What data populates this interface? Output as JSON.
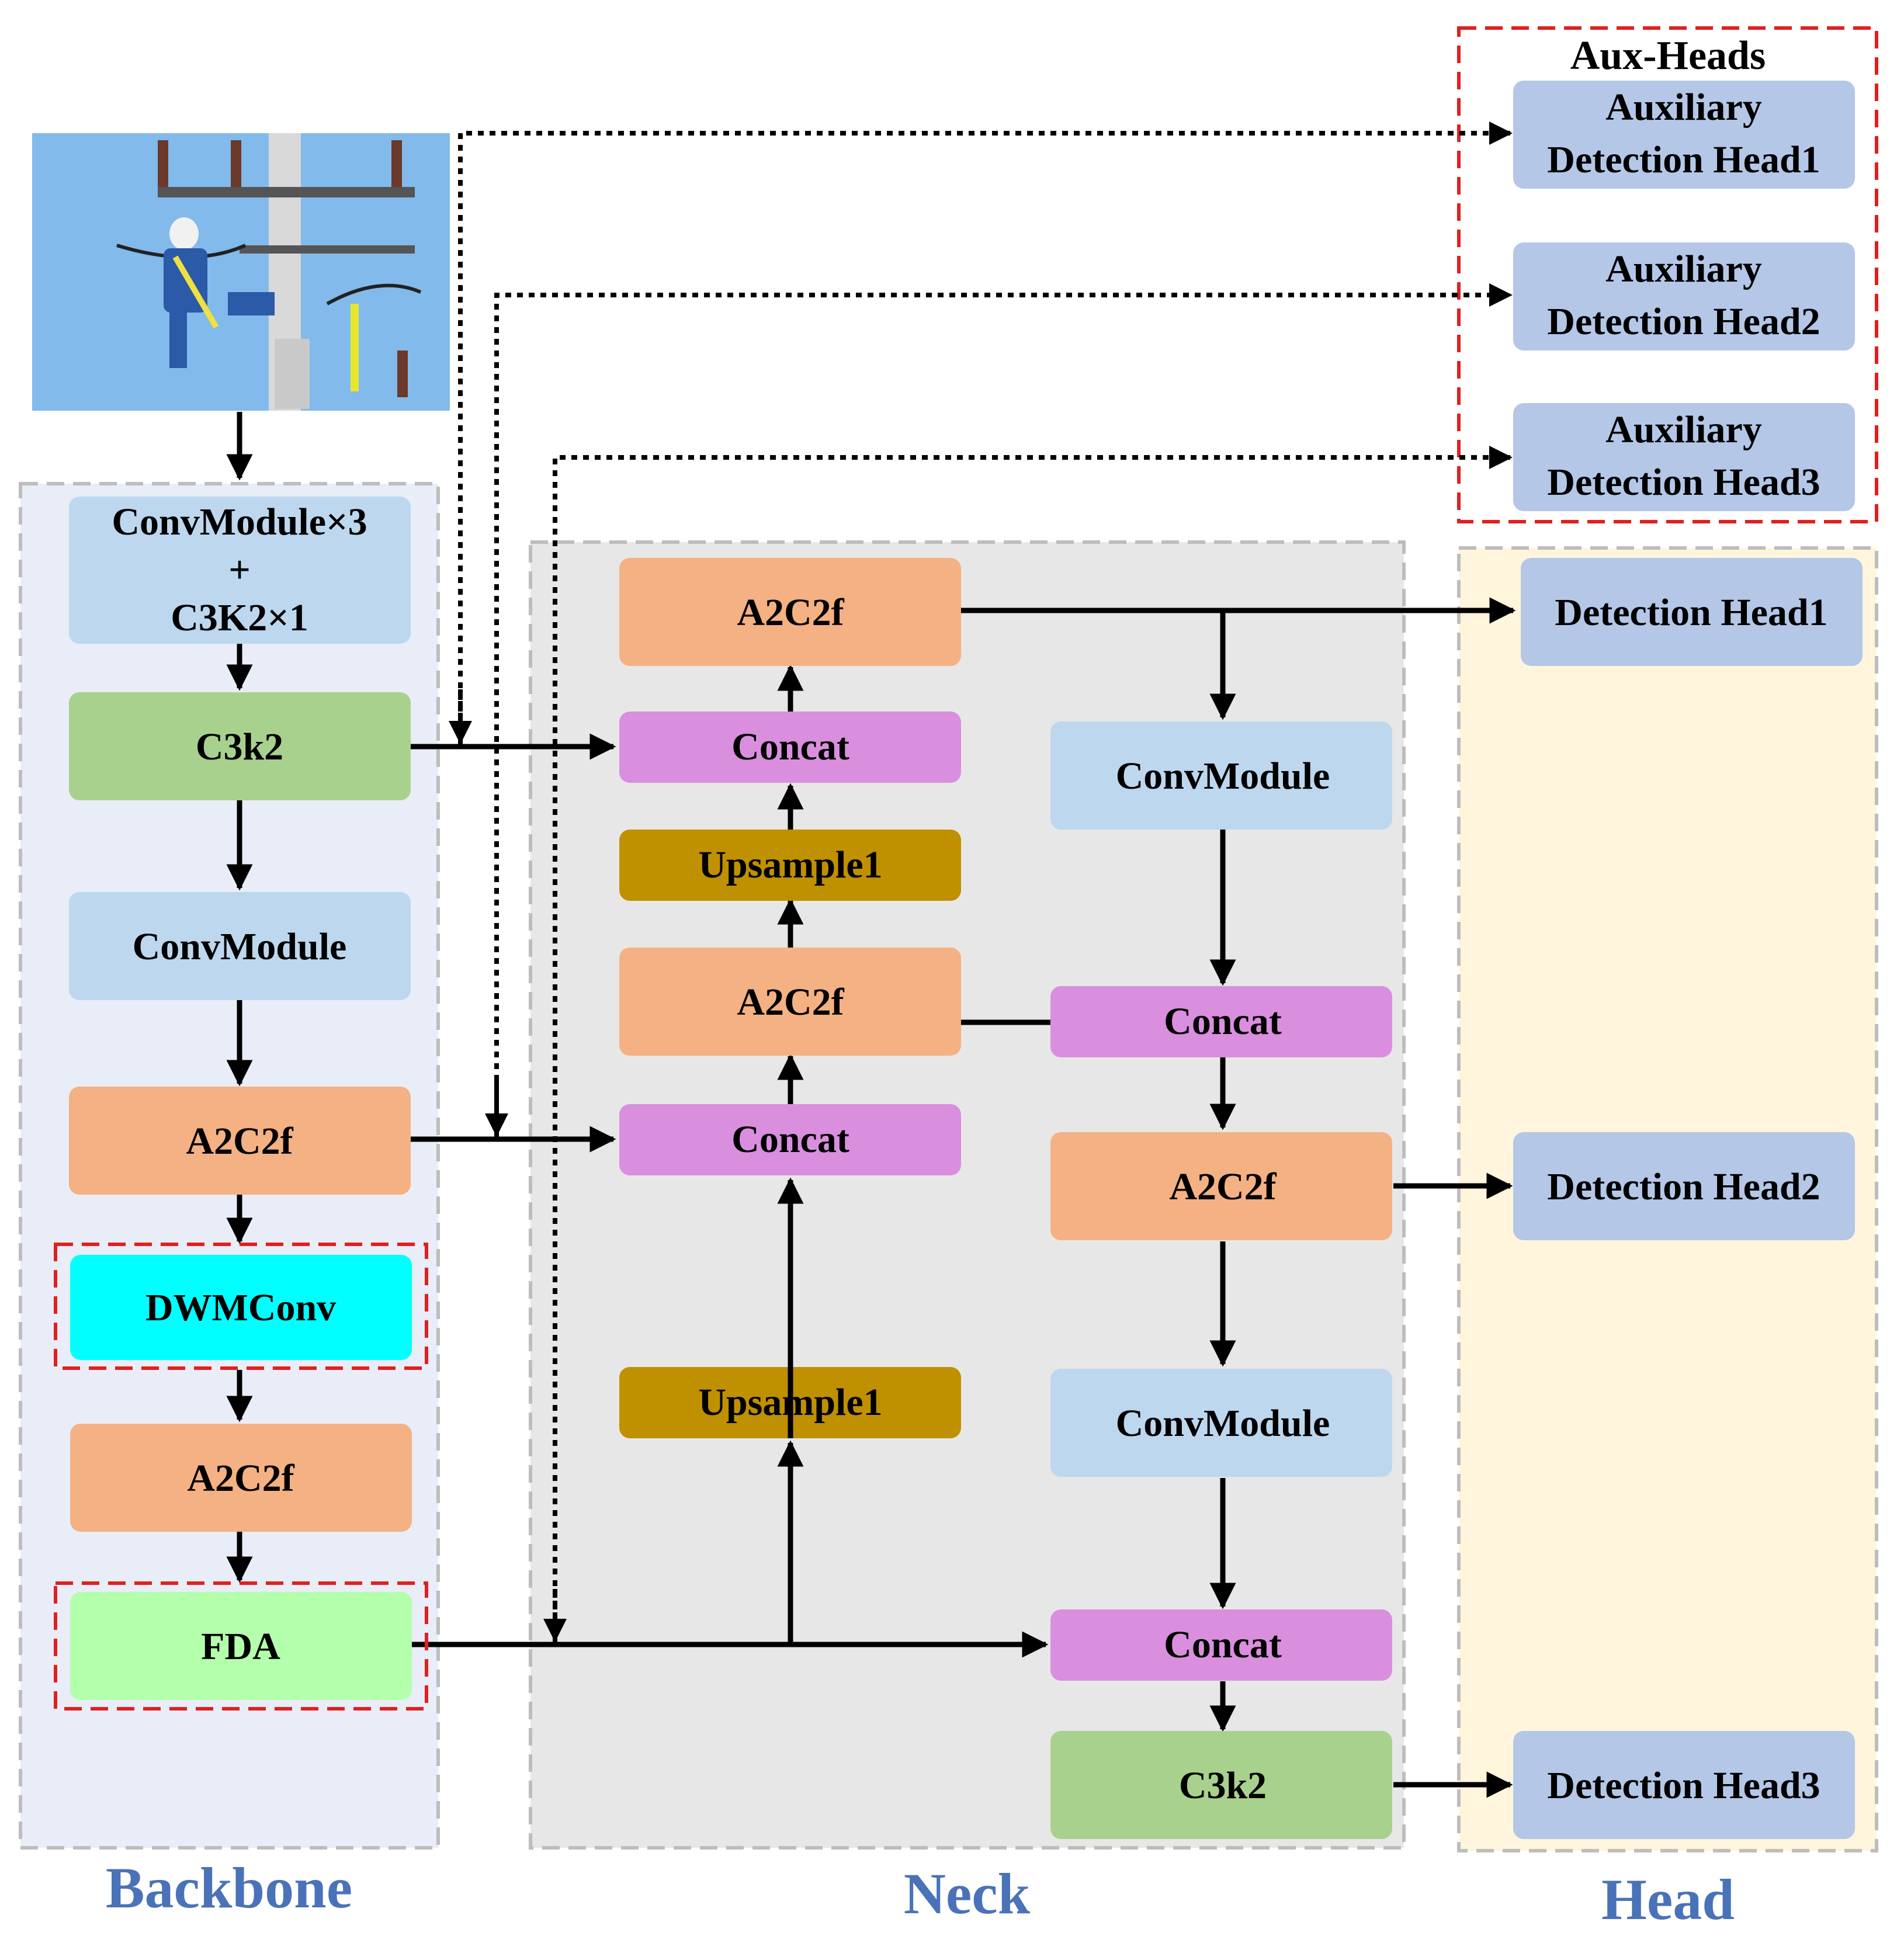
{
  "sections": {
    "backbone": "Backbone",
    "neck": "Neck",
    "head": "Head",
    "aux_heads": "Aux-Heads"
  },
  "backbone": {
    "stem_line1": "ConvModule×3",
    "stem_line2": "+",
    "stem_line3": "C3K2×1",
    "c3k2": "C3k2",
    "convmodule": "ConvModule",
    "a2c2f_1": "A2C2f",
    "dwmconv": "DWMConv",
    "a2c2f_2": "A2C2f",
    "fda": "FDA"
  },
  "neck": {
    "a2c2f_top": "A2C2f",
    "concat_top": "Concat",
    "upsample_top": "Upsample1",
    "a2c2f_mid": "A2C2f",
    "concat_mid": "Concat",
    "upsample_bottom": "Upsample1",
    "convmodule_1": "ConvModule",
    "concat_r1": "Concat",
    "a2c2f_r": "A2C2f",
    "convmodule_2": "ConvModule",
    "concat_r2": "Concat",
    "c3k2_r": "C3k2"
  },
  "head": {
    "det1": "Detection Head1",
    "det2": "Detection Head2",
    "det3": "Detection Head3"
  },
  "aux": {
    "aux1_line1": "Auxiliary",
    "aux1_line2": "Detection Head1",
    "aux2_line1": "Auxiliary",
    "aux2_line2": "Detection Head2",
    "aux3_line1": "Auxiliary",
    "aux3_line2": "Detection Head3"
  },
  "colors": {
    "convmodule": "#bdd7ee",
    "c3k2": "#a9d18e",
    "a2c2f": "#f4b183",
    "concat": "#d98fde",
    "upsample": "#bf9000",
    "dwmconv": "#00ffff",
    "fda": "#b3ffab",
    "detection_head": "#b4c7e7",
    "backbone_bg": "#e9edf7",
    "neck_bg": "#e7e7e7",
    "head_bg": "#fff5dd",
    "highlight_border": "#e02020",
    "section_label": "#4a72b8"
  },
  "input_image": "power-line-worker-photo"
}
